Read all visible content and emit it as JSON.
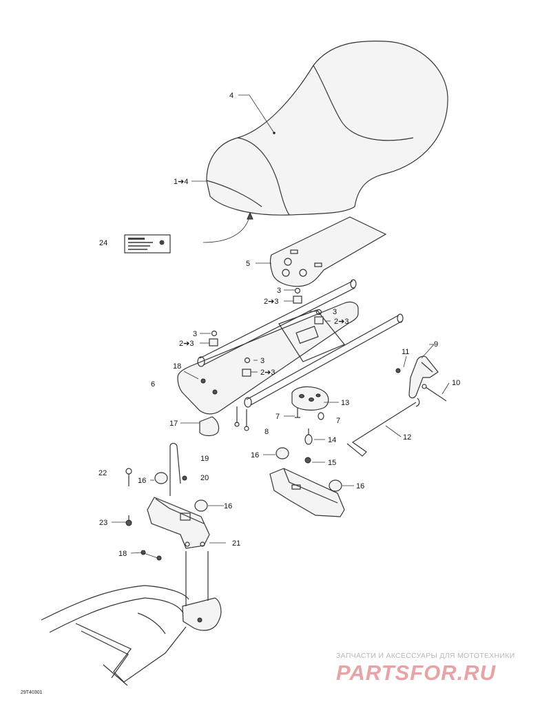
{
  "labels": {
    "l1": "1➔4",
    "l2a": "2➔3",
    "l2b": "2➔3",
    "l2c": "2➔3",
    "l2d": "2➔3",
    "l3a": "3",
    "l3b": "3",
    "l3c": "3",
    "l3d": "3",
    "l4": "4",
    "l5": "5",
    "l6": "6",
    "l7a": "7",
    "l7b": "7",
    "l8": "8",
    "l9": "9",
    "l10": "10",
    "l11": "11",
    "l12": "12",
    "l13": "13",
    "l14": "14",
    "l15": "15",
    "l16a": "16",
    "l16b": "16",
    "l16c": "16",
    "l16d": "16",
    "l17": "17",
    "l18a": "18",
    "l18b": "18",
    "l19": "19",
    "l20": "20",
    "l21": "21",
    "l22": "22",
    "l23": "23",
    "l24": "24"
  },
  "drawing_code": "29T40301",
  "watermark": {
    "tagline": "ЗАПЧАСТИ И АКСЕССУАРЫ ДЛЯ МОТОТЕХНИКИ",
    "logo": "PARTSFOR.RU"
  }
}
